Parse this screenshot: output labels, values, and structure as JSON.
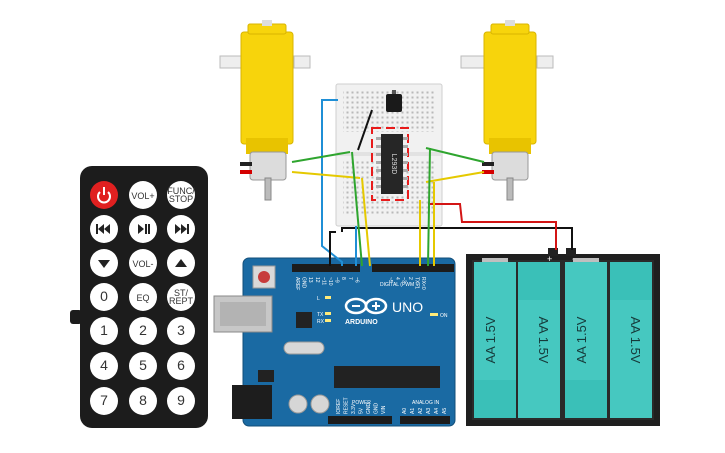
{
  "remote": {
    "buttons": [
      {
        "id": "power",
        "label": ""
      },
      {
        "id": "vol-up",
        "label": "VOL+"
      },
      {
        "id": "func-stop",
        "label": "FUNC/\nSTOP"
      },
      {
        "id": "prev",
        "label": ""
      },
      {
        "id": "play-pause",
        "label": ""
      },
      {
        "id": "next",
        "label": ""
      },
      {
        "id": "down",
        "label": ""
      },
      {
        "id": "vol-down",
        "label": "VOL-"
      },
      {
        "id": "up",
        "label": ""
      },
      {
        "id": "n0",
        "label": "0"
      },
      {
        "id": "eq",
        "label": "EQ"
      },
      {
        "id": "st-rept",
        "label": "ST/\nREPT"
      },
      {
        "id": "n1",
        "label": "1"
      },
      {
        "id": "n2",
        "label": "2"
      },
      {
        "id": "n3",
        "label": "3"
      },
      {
        "id": "n4",
        "label": "4"
      },
      {
        "id": "n5",
        "label": "5"
      },
      {
        "id": "n6",
        "label": "6"
      },
      {
        "id": "n7",
        "label": "7"
      },
      {
        "id": "n8",
        "label": "8"
      },
      {
        "id": "n9",
        "label": "9"
      }
    ]
  },
  "arduino": {
    "brand": "ARDUINO",
    "model": "UNO",
    "digital_label": "DIGITAL (PWM ~)",
    "power_label": "POWER",
    "analog_label": "ANALOG IN",
    "on_label": "ON",
    "tx": "TX",
    "rx": "RX",
    "l": "L",
    "top_pins": [
      "AREF",
      "GND",
      "13",
      "12",
      "~11",
      "~10",
      "~9",
      "8",
      "7",
      "~6",
      "~5",
      "4",
      "~3",
      "2",
      "TX>1",
      "RX<0"
    ],
    "power_pins": [
      "IOREF",
      "RESET",
      "3.3V",
      "5V",
      "GND",
      "GND",
      "VIN"
    ],
    "analog_pins": [
      "A0",
      "A1",
      "A2",
      "A3",
      "A4",
      "A5"
    ]
  },
  "ic": {
    "label": "L293D"
  },
  "battery": {
    "plus": "+",
    "minus": "−",
    "cells": [
      "AA 1.5V",
      "AA 1.5V",
      "AA 1.5V",
      "AA 1.5V"
    ]
  }
}
